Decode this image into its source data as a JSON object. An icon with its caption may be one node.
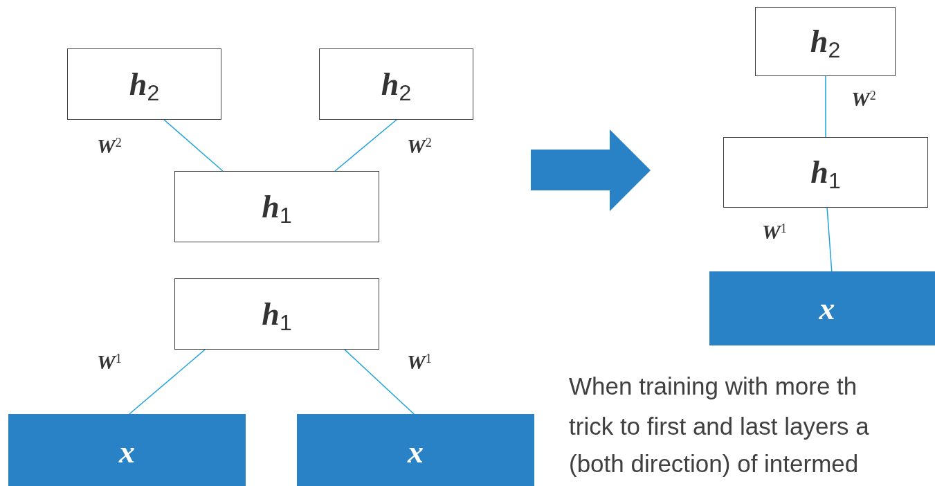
{
  "diagram": {
    "nodes": [
      {
        "text": [
          "h$_{2}$"
        ]
      },
      {
        "text": [
          "h$_{2}$"
        ]
      },
      {
        "text": [
          "h$_{1}$"
        ]
      },
      {
        "text": [
          "h$_{1}$"
        ]
      },
      {
        "text": [
          "x"
        ]
      },
      {
        "text": [
          "x"
        ]
      },
      {
        "text": [
          "h$_{2}$"
        ]
      },
      {
        "text": [
          "h$_{1}$"
        ]
      },
      {
        "text": [
          "x"
        ]
      }
    ],
    "edges": [
      {
        "from": 2,
        "to": 0,
        "arrow": "none",
        "label": "W$^{2}$"
      },
      {
        "from": 2,
        "to": 1,
        "arrow": "none",
        "label": "W$^{2}$"
      },
      {
        "from": 4,
        "to": 3,
        "arrow": "none",
        "label": "W$^{1}$"
      },
      {
        "from": 5,
        "to": 3,
        "arrow": "none",
        "label": "W$^{1}$"
      },
      {
        "from": 7,
        "to": 6,
        "arrow": "none",
        "label": "W$^{2}$"
      },
      {
        "from": 8,
        "to": 7,
        "arrow": "none",
        "label": "W$^{1}$"
      }
    ],
    "labels": [
      "When training with more th",
      "trick to first and last layers a",
      "(both direction) of intermed"
    ]
  }
}
